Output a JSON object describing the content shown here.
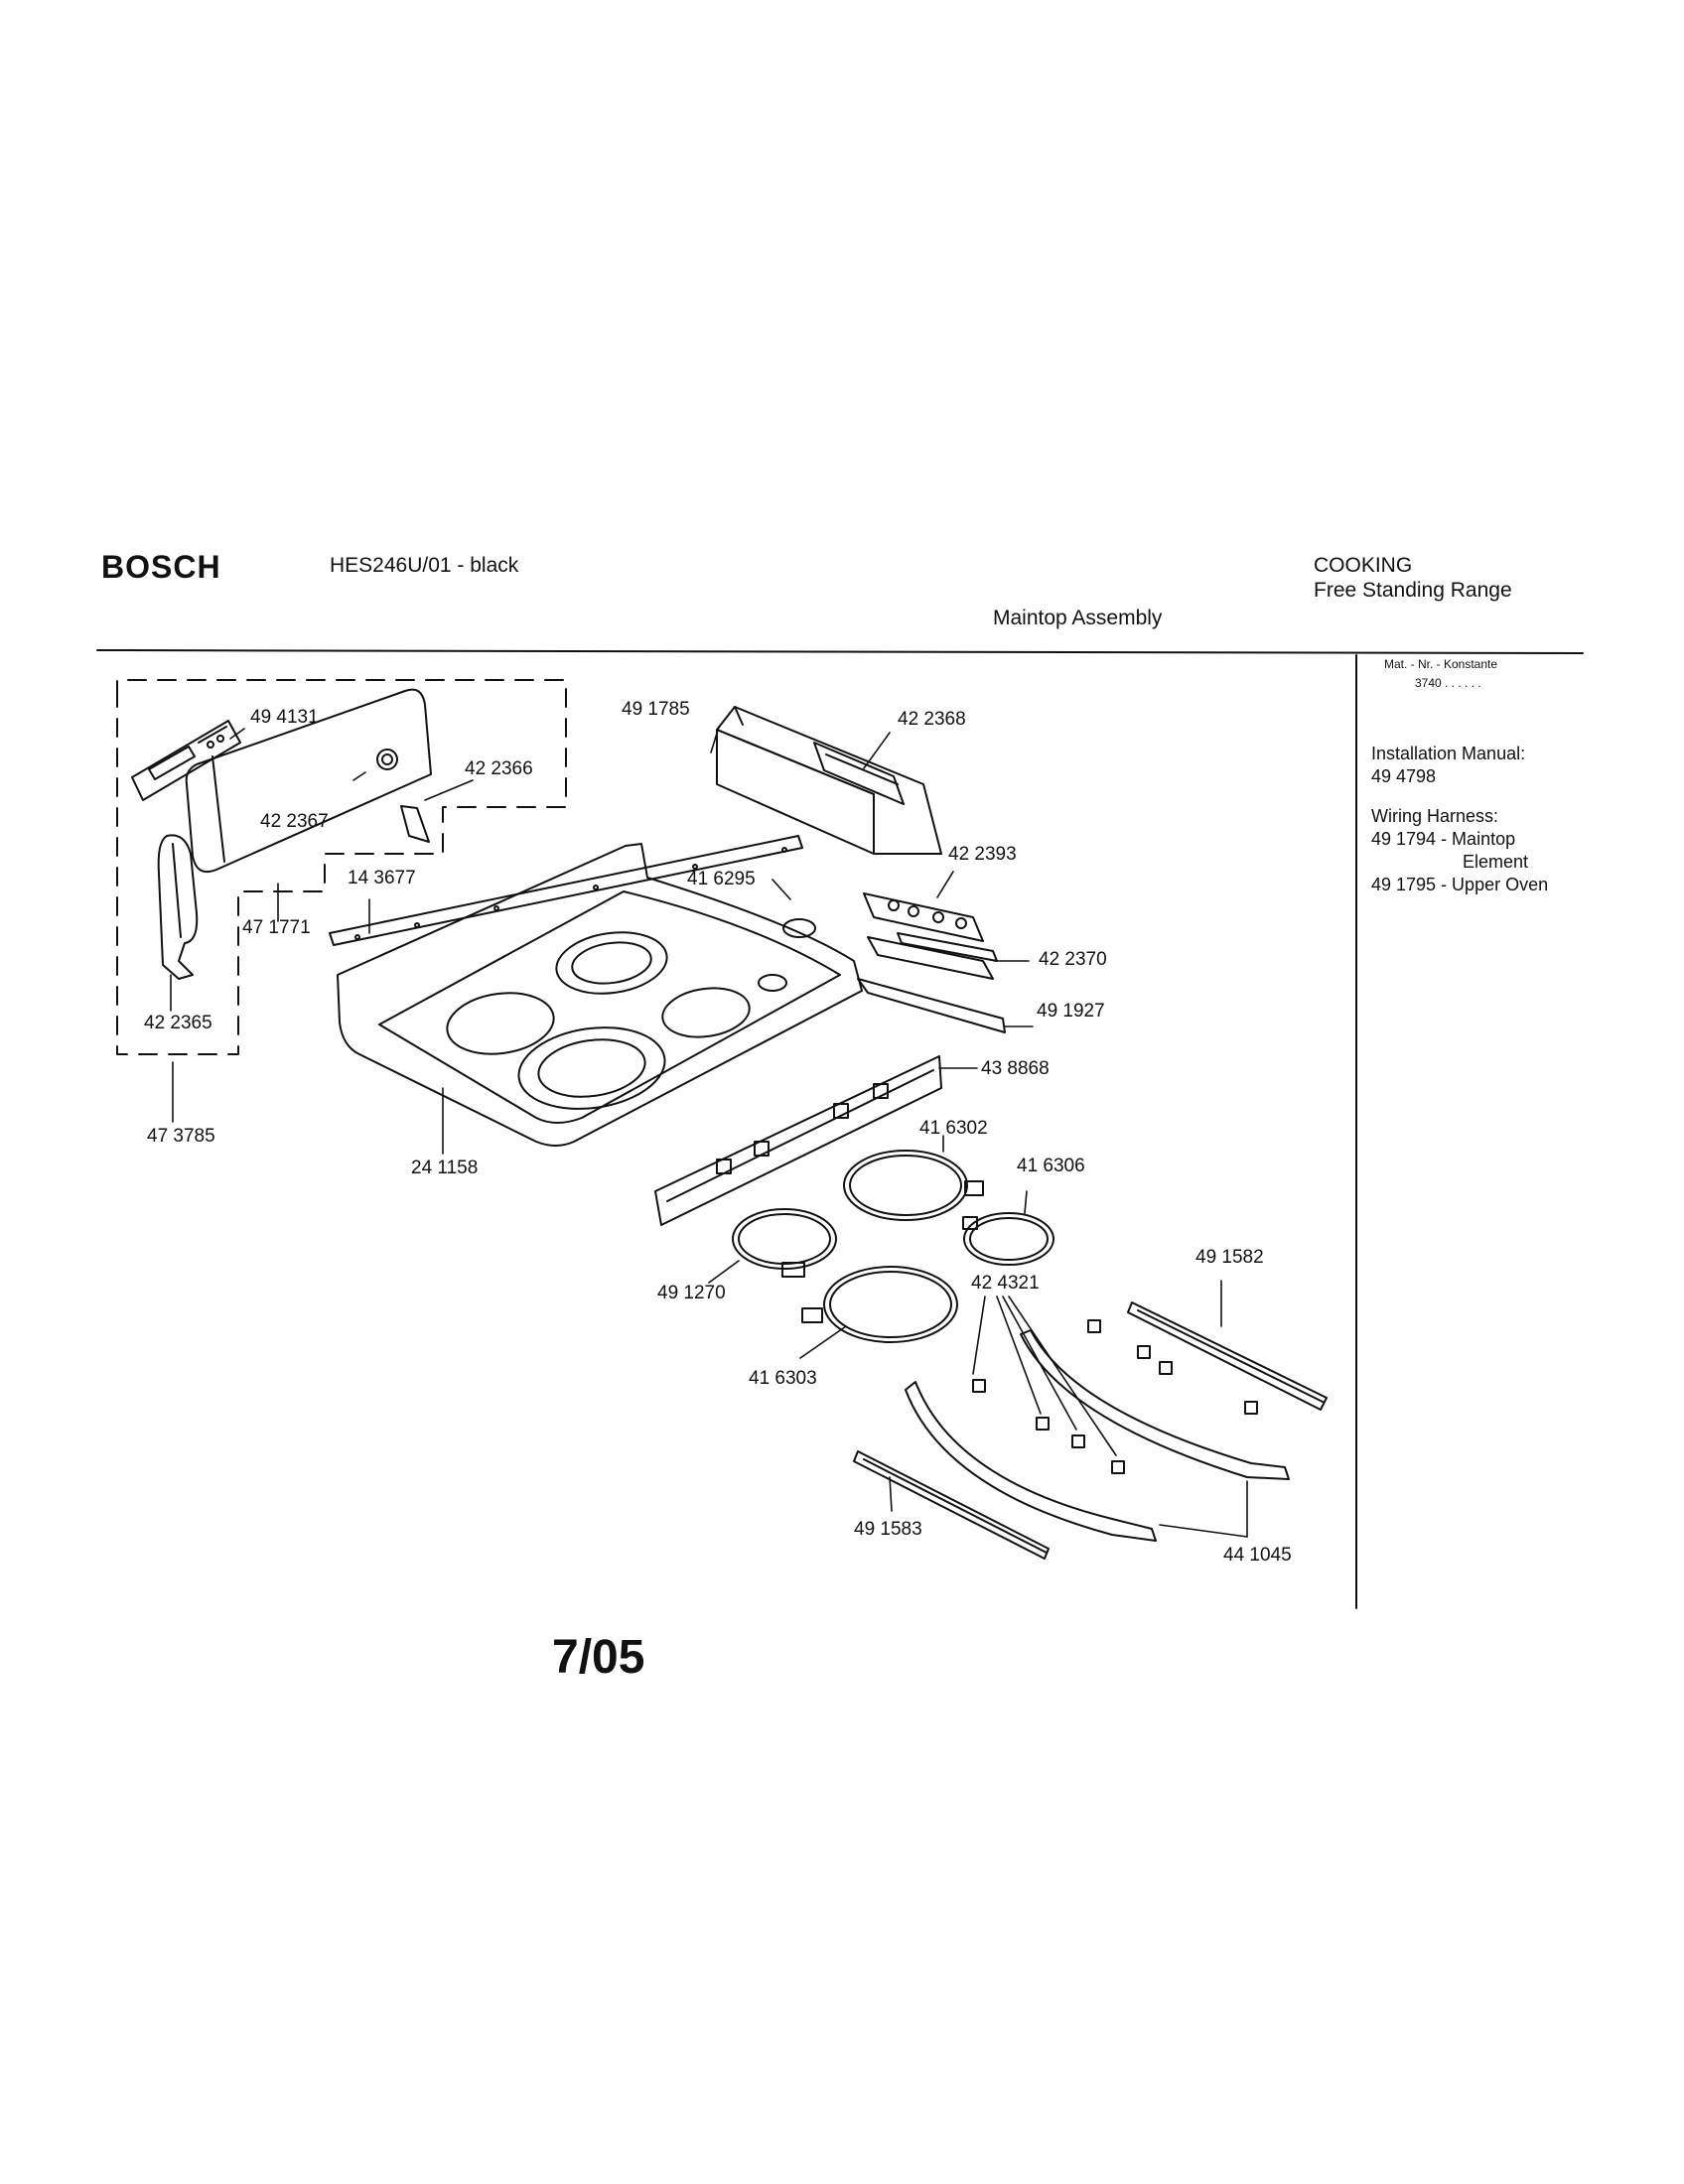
{
  "header": {
    "brand": "BOSCH",
    "model": "HES246U/01 - black",
    "category": "COOKING",
    "product": "Free Standing Range",
    "assembly": "Maintop Assembly"
  },
  "sidebar": {
    "mat_nr": "Mat. - Nr. - Konstante",
    "mat_value": "3740 . .   . . . .",
    "install_title": "Installation Manual:",
    "install_no": "49 4798",
    "wiring_title": "Wiring Harness:",
    "wiring_1": "49 1794 - Maintop",
    "wiring_1b": "Element",
    "wiring_2": "49 1795 - Upper Oven"
  },
  "parts": {
    "p494131": "49 4131",
    "p422366": "42 2366",
    "p422367": "42 2367",
    "p143677": "14 3677",
    "p471771": "47 1771",
    "p422365": "42 2365",
    "p473785": "47 3785",
    "p241158": "24 1158",
    "p491785": "49 1785",
    "p422368": "42 2368",
    "p416295": "41 6295",
    "p422393": "42 2393",
    "p422370": "42 2370",
    "p491927": "49 1927",
    "p438868": "43 8868",
    "p416302": "41 6302",
    "p416306": "41 6306",
    "p491270": "49 1270",
    "p424321": "42 4321",
    "p491582": "49 1582",
    "p416303": "41 6303",
    "p491583": "49 1583",
    "p441045": "44 1045"
  },
  "footer": {
    "date": "7/05"
  }
}
